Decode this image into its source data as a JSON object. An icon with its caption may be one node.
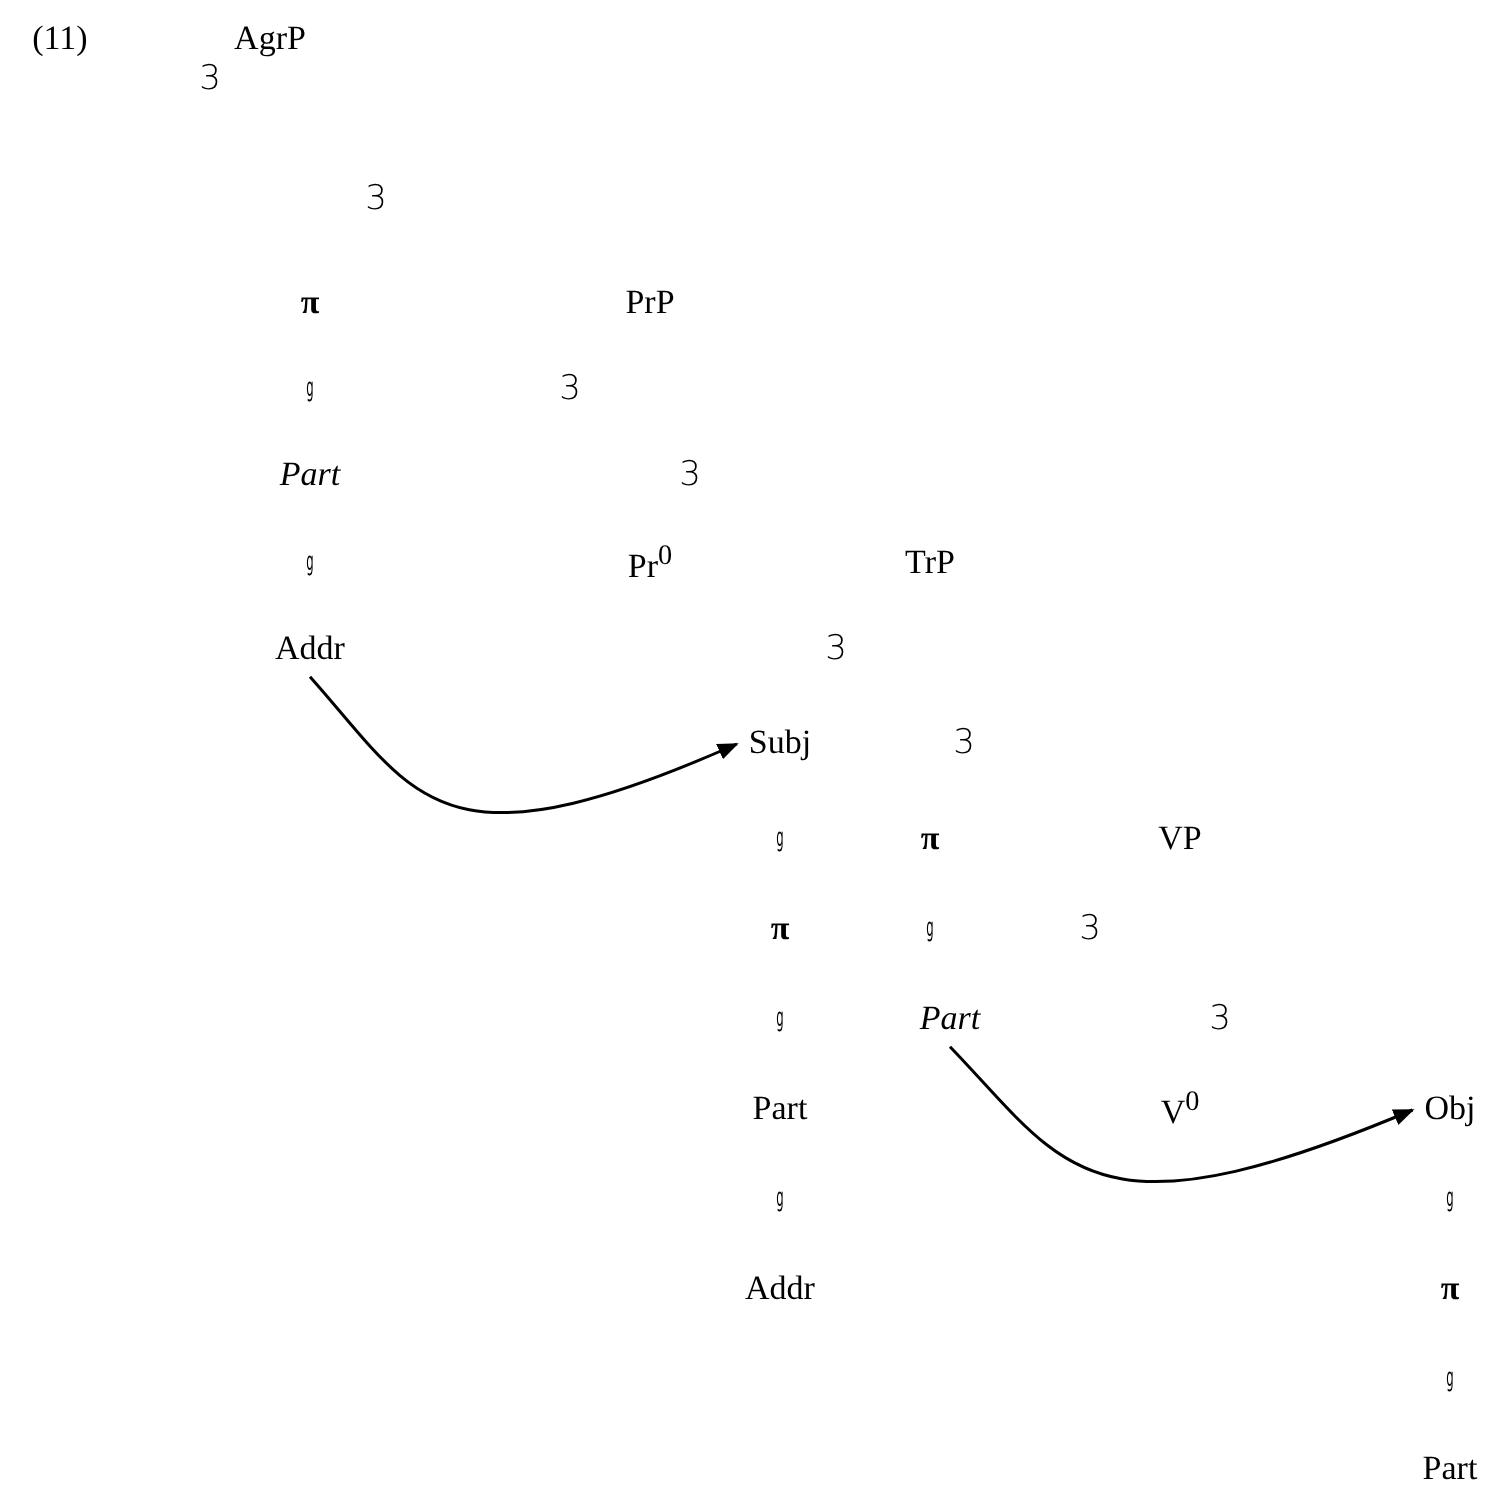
{
  "diagram": {
    "nodes": [
      {
        "text": [
          "Addr"
        ]
      },
      {
        "text": [
          "Subj"
        ]
      },
      {
        "text": [
          "Part"
        ]
      },
      {
        "text": [
          "Obj"
        ]
      }
    ],
    "edges": [
      {
        "from": 0,
        "to": 1,
        "arrow": "to"
      },
      {
        "from": 2,
        "to": 3,
        "arrow": "to"
      }
    ],
    "labels": [
      "(11)",
      "AgrP",
      "3",
      "3",
      "π",
      "PrP",
      "g",
      "3",
      "Part",
      "3",
      "g",
      "Pr$^{0}$",
      "TrP",
      "3",
      "3",
      "g",
      "π",
      "VP",
      "π",
      "g",
      "3",
      "g",
      "3",
      "Part",
      "V$^{0}$",
      "g",
      "g",
      "Addr",
      "π",
      "g",
      "Part"
    ]
  }
}
